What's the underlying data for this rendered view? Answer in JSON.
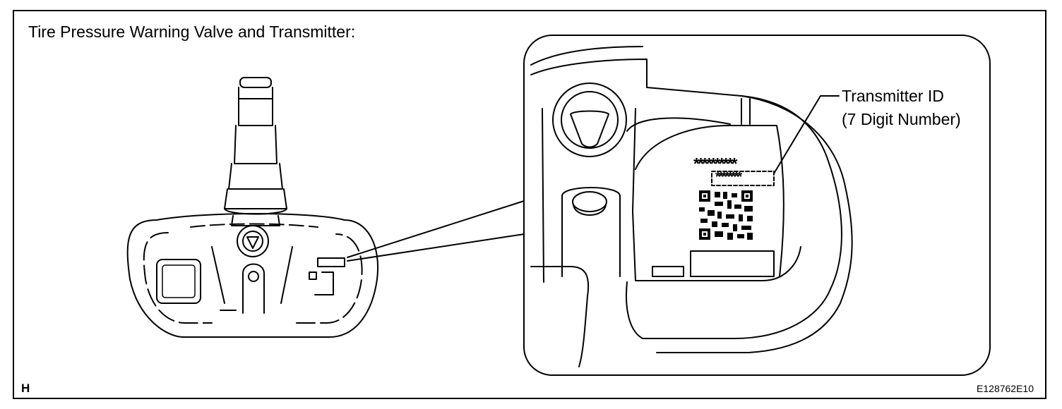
{
  "title": "Tire Pressure Warning Valve and Transmitter:",
  "callout": {
    "label_line1": "Transmitter ID",
    "label_line2": "(7 Digit Number)"
  },
  "label": {
    "id_line1": "**********",
    "id_line2": "********"
  },
  "figure_code_left": "H",
  "figure_code_right": "E128762E10"
}
